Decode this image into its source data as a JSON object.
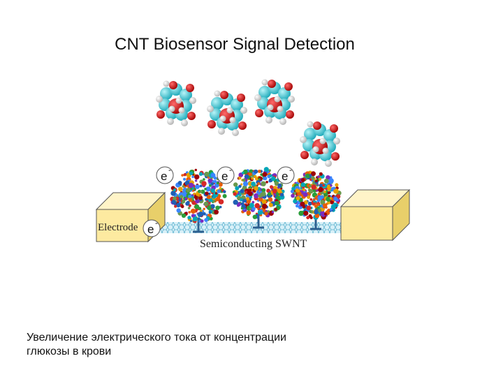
{
  "title": "CNT Biosensor Signal Detection",
  "labels": {
    "electrode": "Electrode",
    "swnt": "Semiconducting SWNT",
    "electron": "e",
    "electron_sup": "-"
  },
  "caption": {
    "line1": "Увеличение электрического тока от концентрации",
    "line2": "глюкозы в крови"
  },
  "colors": {
    "electrode_front": "#fdeaa0",
    "electrode_top": "#fff4c8",
    "electrode_side": "#e8cf6a",
    "nanotube": "#8fd1e6",
    "molecule_carbon": "#2fc7d3",
    "molecule_oxygen": "#d0141a",
    "molecule_hydrogen": "#f2f2f2"
  }
}
